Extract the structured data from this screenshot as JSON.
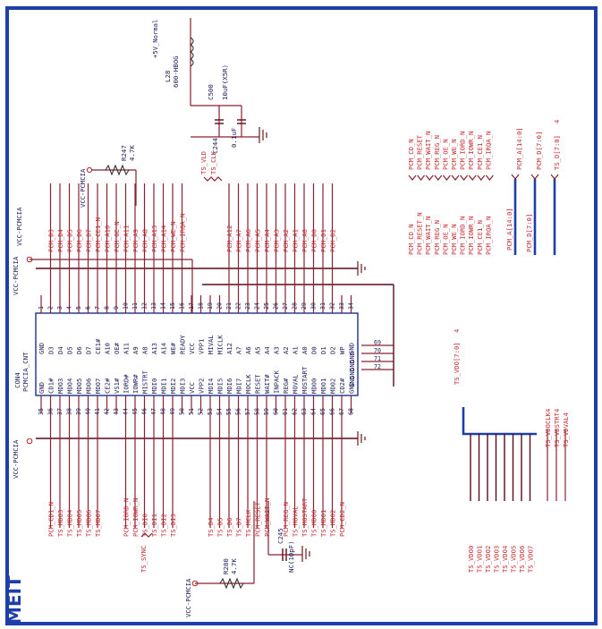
{
  "connector": {
    "ref": "CON4",
    "part": "PCMCIA_CNT",
    "pins_left": [
      "GND",
      "D3",
      "D4",
      "D5",
      "D6",
      "D7",
      "CE1#",
      "A10",
      "OE#",
      "A11",
      "A9",
      "A8",
      "A13",
      "A14",
      "WE#",
      "READY",
      "VCC",
      "VPP1",
      "MIVAL",
      "MICLK",
      "A12",
      "A7",
      "A6",
      "A5",
      "A4",
      "A3",
      "A2",
      "A1",
      "A0",
      "D0",
      "D1",
      "D2",
      "WP",
      "GND"
    ],
    "pins_right": [
      "GND",
      "CD1#",
      "MDO3",
      "MDO4",
      "MDO5",
      "MDO6",
      "MDO7",
      "CE2#",
      "VS1#",
      "IORD#",
      "IOWR#",
      "MISTRT",
      "MDI0",
      "MDI1",
      "MDI2",
      "MDI3",
      "VCC",
      "VPP2",
      "MDI4",
      "MDI5",
      "MDI6",
      "MDI7",
      "MOCLK",
      "RESET",
      "WAIT#",
      "INPACK",
      "REG#",
      "MOVAL",
      "MOSTART",
      "MDO0",
      "MDO1",
      "MDO2",
      "CD2#",
      "GND"
    ],
    "nums_left": [
      "1",
      "2",
      "3",
      "4",
      "5",
      "6",
      "7",
      "8",
      "9",
      "10",
      "11",
      "12",
      "13",
      "14",
      "15",
      "16",
      "17",
      "18",
      "19",
      "20",
      "21",
      "22",
      "23",
      "24",
      "25",
      "26",
      "27",
      "28",
      "29",
      "30",
      "31",
      "32",
      "33",
      "34"
    ],
    "nums_right": [
      "35",
      "36",
      "37",
      "38",
      "39",
      "40",
      "41",
      "42",
      "43",
      "44",
      "45",
      "46",
      "47",
      "48",
      "49",
      "50",
      "51",
      "52",
      "53",
      "54",
      "55",
      "56",
      "57",
      "58",
      "59",
      "60",
      "61",
      "62",
      "63",
      "64",
      "65",
      "66",
      "67",
      "68"
    ],
    "extra_pins": [
      "GND",
      "GND",
      "GND",
      "GND"
    ],
    "extra_nums": [
      "69",
      "70",
      "71",
      "72"
    ]
  },
  "nets_top": [
    "PCM_D3",
    "PCM_D4",
    "PCM_D5",
    "PCM_D6",
    "PCM_D7",
    "PCM_CE1_N",
    "PCM_A10",
    "PCM_OE_N",
    "PCM_A11",
    "PCM_A9",
    "PCM_A8",
    "PCM_A13",
    "PCM_A14",
    "PCM_WE_N",
    "PCM_IRQA_N"
  ],
  "nets_top2": [
    "PCM_A12",
    "PCM_A7",
    "PCM_A6",
    "PCM_A5",
    "PCM_A4",
    "PCM_A3",
    "PCM_A2",
    "PCM_A1",
    "PCM_A0",
    "PCM_D0",
    "PCM_D1",
    "PCM_D2"
  ],
  "nets_bottom_a": [
    "PCM_CD1_N",
    "TS_MDO3",
    "TS_MDO4",
    "TS_MDO5",
    "TS_MDO6",
    "TS_MDO7"
  ],
  "nets_bottom_b": [
    "PCM_IORD_N",
    "PCM_IOWR_N",
    "TS_DI0",
    "TS_DI1",
    "TS_DI2",
    "TS_DI3"
  ],
  "nets_bottom_c": [
    "TS_D4",
    "TS_D5",
    "TS_D6",
    "TS_D7",
    "TS_MCLK",
    "PCM_RESET",
    "PCM_WAIT_N"
  ],
  "nets_bottom_d": [
    "PCM_REG_N",
    "TS_MOVAL",
    "TS_MOSTART",
    "TS_MDO0",
    "TS_MDO1",
    "TS_MDO2",
    "PCM_CD2_N"
  ],
  "nets_list": [
    "PCM_CD_N",
    "PCM_RESET",
    "PCM_WAIT_N",
    "PCM_REG_N",
    "PCM_OE_N",
    "PCM_WE_N",
    "PCM_IORD_N",
    "PCM_IOWR_N",
    "PCM_CE1_N",
    "PCM_IRQA_N"
  ],
  "nets_list_dup": [
    "PCM_CD_N",
    "PCM_RESET_N",
    "PCM_WAIT_N",
    "PCM_REG_N",
    "PCM_OE_N",
    "PCM_WE_N",
    "PCM_IORD_N",
    "PCM_IOWR_N",
    "PCM_CE1_N",
    "PCM_IRQA_N"
  ],
  "bus_labels": [
    "PCM_A[14:0]",
    "PCM_D[7:0]",
    "TS_D[7:0]"
  ],
  "bus_labels_b": [
    "PCM_A[14:0]",
    "PCM_D[7:0]"
  ],
  "bus_suffix": "4",
  "ts_vdo_bus": "TS_VDO[7:0]",
  "ts_vdo_suffix": "4",
  "ts_vdo_nets": [
    "TS_VDO0",
    "TS_VDO1",
    "TS_VDO2",
    "TS_VDO3",
    "TS_VDO4",
    "TS_VDO5",
    "TS_VDO6",
    "TS_VDO7"
  ],
  "ts_ctrl_nets": [
    "TS_VDOCLK4",
    "TS_VDSTRT4",
    "TS_VDVAL4"
  ],
  "ts_vlo": [
    "TS_VLD",
    "TS_CLK"
  ],
  "components": {
    "l28_ref": "L28",
    "l28_val": "600-HBOG",
    "c500_ref": "C500",
    "c500_val": "10uF(X5R)",
    "c244_ref": "C244",
    "c244_val": "0.1uF",
    "r247_ref": "R247",
    "r247_val": "4.7K",
    "r280_ref": "R280",
    "r280_val": "4.7K",
    "c245_ref": "C245",
    "c245_val": "NC(10pF)"
  },
  "power": {
    "p5v": "+5V_Normal",
    "vcc1": "VCC-PCMCIA",
    "vcc2": "VCC-PCMCIA",
    "vcc3": "VCC-PCMCIA",
    "vcc4": "VCC-PCMCIA",
    "vcc5": "VCC-PCMCIA"
  },
  "ts_sync": "TS_SYNC",
  "logo_text": "MEIT"
}
